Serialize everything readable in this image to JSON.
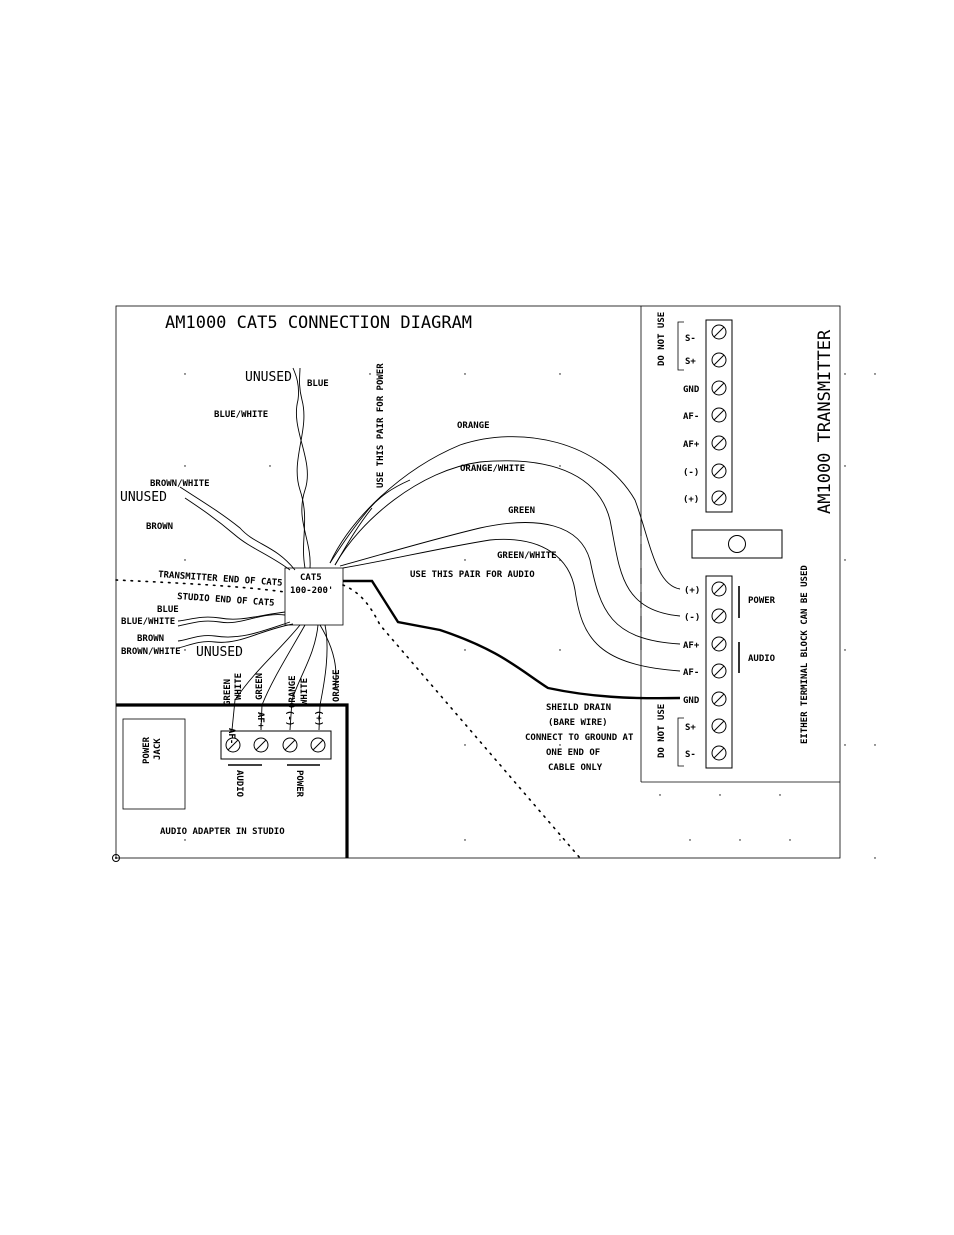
{
  "title": "AM1000 CAT5 CONNECTION DIAGRAM",
  "cable": {
    "line1": "CAT5",
    "line2": "100-200'"
  },
  "transmitter": {
    "title": "AM1000 TRANSMITTER",
    "top_block": {
      "do_not_use": "DO NOT USE",
      "terminals": [
        "S-",
        "S+",
        "GND",
        "AF-",
        "AF+",
        "(-)",
        "(+)"
      ]
    },
    "bottom_block": {
      "terminals": [
        "(+)",
        "(-)",
        "AF+",
        "AF-",
        "GND",
        "S+",
        "S-"
      ],
      "power_label": "POWER",
      "audio_label": "AUDIO",
      "do_not_use": "DO NOT USE"
    },
    "either_note": "EITHER TERMINAL BLOCK CAN BE USED"
  },
  "labels": {
    "unused_top": "UNUSED",
    "blue_top": "BLUE",
    "blue_white_top": "BLUE/WHITE",
    "use_power_pair": "USE THIS PAIR FOR POWER",
    "orange": "ORANGE",
    "orange_white": "ORANGE/WHITE",
    "green": "GREEN",
    "green_white": "GREEN/WHITE",
    "use_audio_pair": "USE THIS PAIR FOR AUDIO",
    "brown_white_top": "BROWN/WHITE",
    "unused_left": "UNUSED",
    "brown_top": "BROWN",
    "transmitter_end": "TRANSMITTER END OF CAT5",
    "studio_end": "STUDIO END OF CAT5",
    "blue_left": "BLUE",
    "blue_white_left": "BLUE/WHITE",
    "brown_left": "BROWN",
    "brown_white_left": "BROWN/WHITE",
    "unused_bottom": "UNUSED",
    "shield": [
      "SHEILD DRAIN",
      "(BARE WIRE)",
      "CONNECT TO GROUND AT",
      "ONE END OF",
      "CABLE ONLY"
    ]
  },
  "studio": {
    "wire_labels": [
      "GREEN",
      "WHITE",
      "GREEN",
      "ORANGE",
      "WHITE",
      "ORANGE"
    ],
    "terminals": [
      "AF-",
      "AF+",
      "(-)",
      "(+)"
    ],
    "audio_label": "AUDIO",
    "power_label": "POWER",
    "power_jack": [
      "POWER",
      "JACK"
    ],
    "adapter_label": "AUDIO ADAPTER IN STUDIO"
  }
}
